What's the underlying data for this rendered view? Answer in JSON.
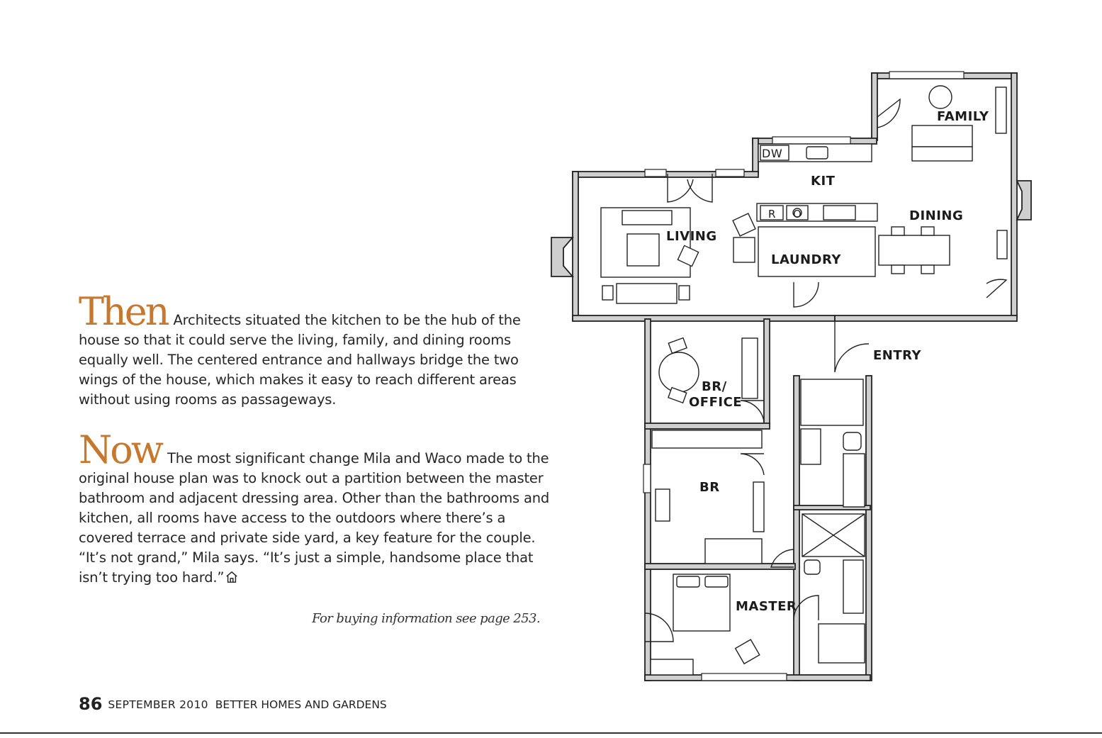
{
  "then": {
    "dropword": "Then",
    "text": "Architects situated the kitchen to be the hub of the house so that it could serve the living, family, and dining rooms equally well. The centered entrance and hallways bridge the two wings of the house, which makes it easy to reach different areas without using rooms as passageways."
  },
  "now": {
    "dropword": "Now",
    "text": "The most significant change Mila and Waco made to the original house plan was to knock out a partition between the master bathroom and adjacent dressing area. Other than the bathrooms and kitchen, all rooms have access to the outdoors where there’s a covered terrace and private side yard, a key feature for the couple. “It’s not grand,” Mila says. “It’s just a simple, handsome place that isn’t trying too hard.”",
    "end_icon": "house-icon"
  },
  "buying_info": "For buying information see page 253.",
  "footer": {
    "page_number": "86",
    "date": "SEPTEMBER 2010",
    "magazine": "BETTER HOMES AND GARDENS"
  },
  "floor_plan": {
    "rooms": {
      "family": "FAMILY",
      "kit": "KIT",
      "dining": "DINING",
      "living": "LIVING",
      "laundry": "LAUNDRY",
      "entry": "ENTRY",
      "br_office_1": "BR/",
      "br_office_2": "OFFICE",
      "br": "BR",
      "master": "MASTER"
    },
    "appliances": {
      "dishwasher": "DW",
      "refrigerator": "R",
      "oven": "O"
    }
  },
  "colors": {
    "accent": "#c7782f",
    "text": "#262626",
    "walls": "#cfcfcf"
  }
}
